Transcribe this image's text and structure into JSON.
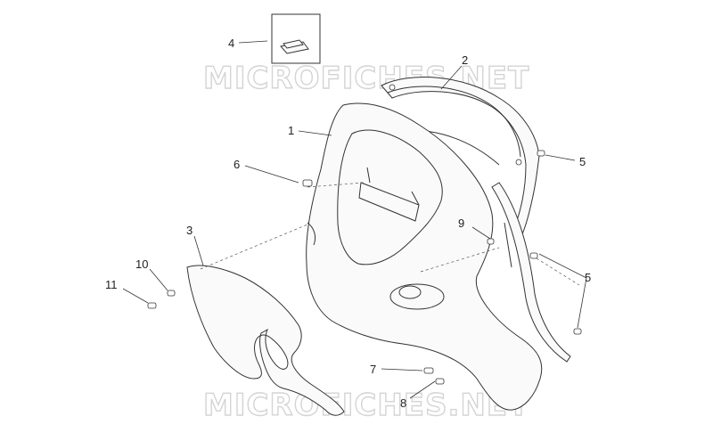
{
  "watermark": "MICROFICHES.NET",
  "callouts": [
    "1",
    "2",
    "3",
    "4",
    "5",
    "5",
    "6",
    "7",
    "8",
    "9",
    "10",
    "11"
  ],
  "colors": {
    "line": "#333333",
    "watermark": "#d4d4d4",
    "background": "#ffffff"
  }
}
